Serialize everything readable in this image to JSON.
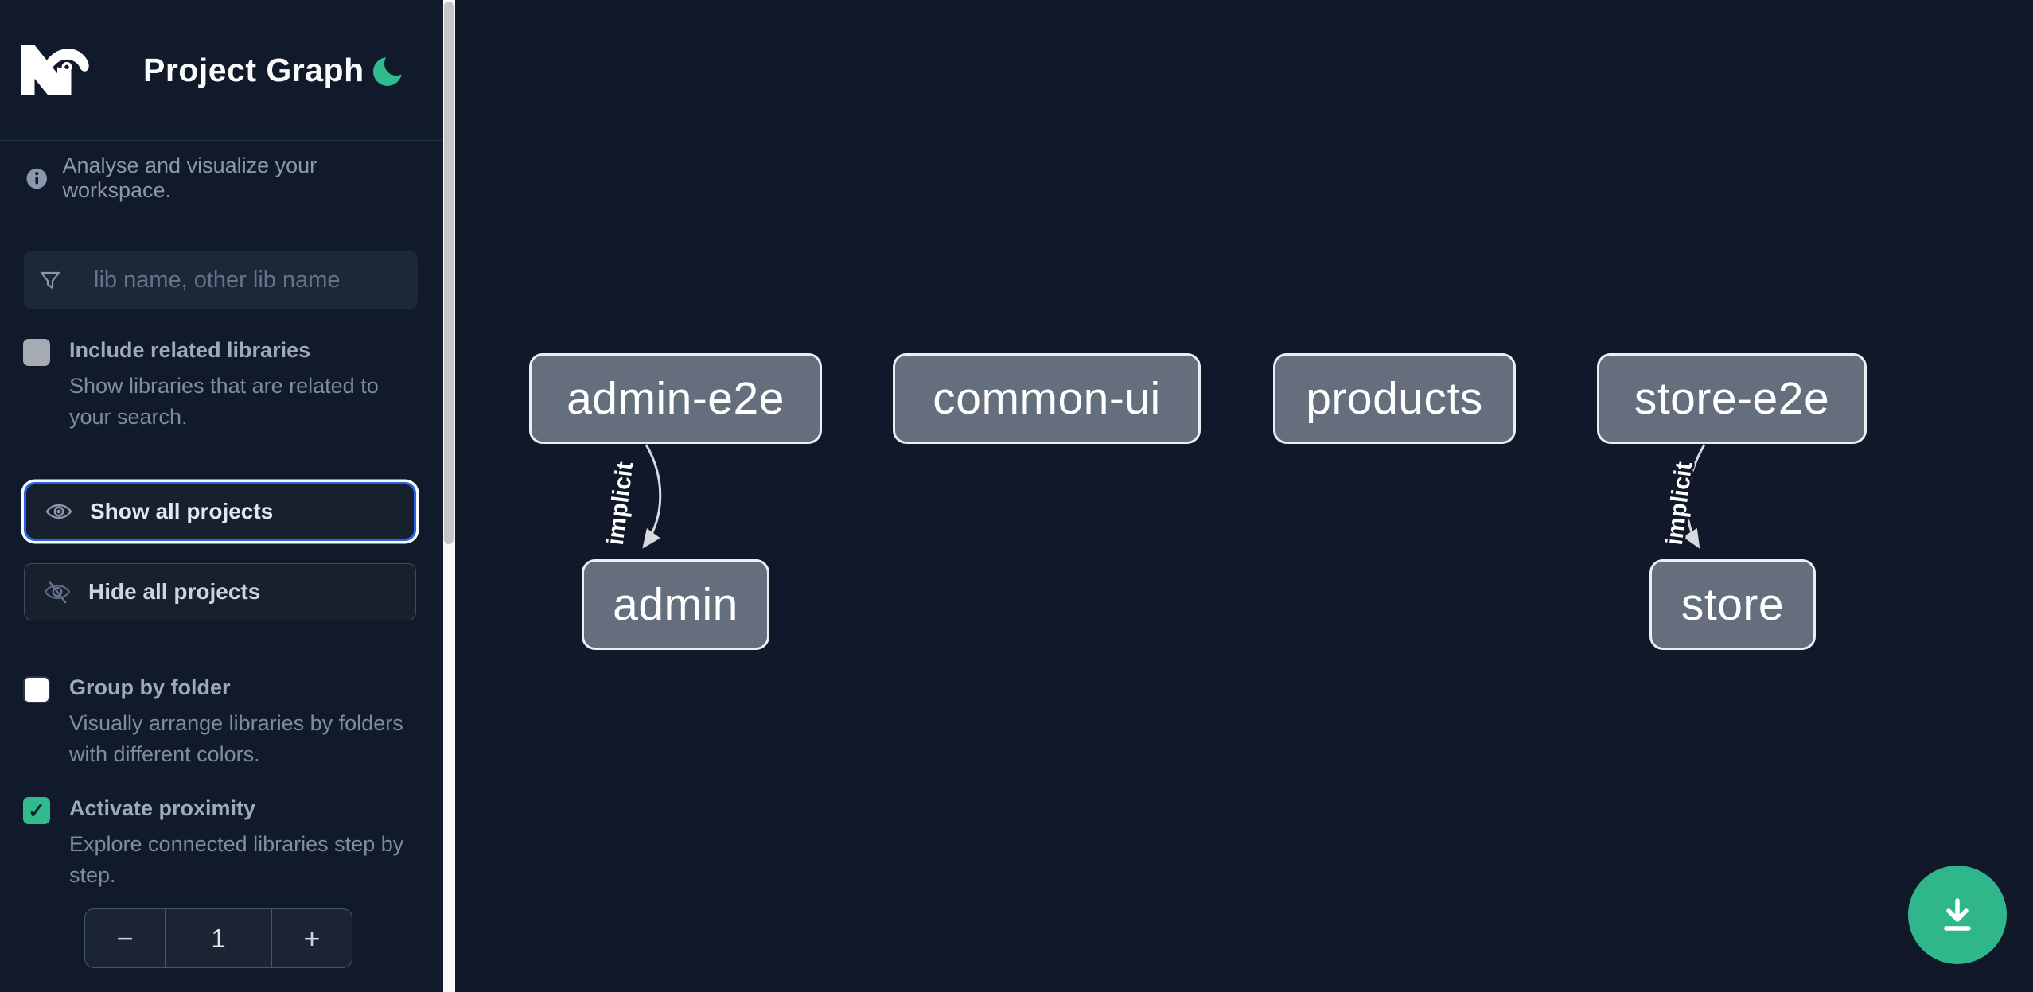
{
  "header": {
    "title": "Project Graph"
  },
  "info": {
    "text": "Analyse and visualize your workspace."
  },
  "search": {
    "placeholder": "lib name, other lib name",
    "value": ""
  },
  "controls": {
    "include_related": {
      "label": "Include related libraries",
      "description": "Show libraries that are related to your search.",
      "checked": false
    },
    "show_all": {
      "label": "Show all projects"
    },
    "hide_all": {
      "label": "Hide all projects"
    },
    "group_by_folder": {
      "label": "Group by folder",
      "description": "Visually arrange libraries by folders with different colors.",
      "checked": false
    },
    "activate_proximity": {
      "label": "Activate proximity",
      "description": "Explore connected libraries step by step.",
      "checked": true,
      "checkmark": "✓"
    },
    "proximity_stepper": {
      "decrement": "−",
      "value": "1",
      "increment": "+"
    }
  },
  "graph": {
    "nodes": [
      {
        "id": "admin-e2e",
        "label": "admin-e2e"
      },
      {
        "id": "common-ui",
        "label": "common-ui"
      },
      {
        "id": "products",
        "label": "products"
      },
      {
        "id": "store-e2e",
        "label": "store-e2e"
      },
      {
        "id": "admin",
        "label": "admin"
      },
      {
        "id": "store",
        "label": "store"
      }
    ],
    "edges": [
      {
        "source": "admin-e2e",
        "target": "admin",
        "label": "implicit"
      },
      {
        "source": "store-e2e",
        "target": "store",
        "label": "implicit"
      }
    ]
  },
  "fab": {
    "action": "download-graph-image"
  },
  "colors": {
    "accent_green": "#2fbb8c",
    "focus_blue": "#2563eb",
    "node_fill": "#646e7d",
    "background": "#0f172a"
  }
}
